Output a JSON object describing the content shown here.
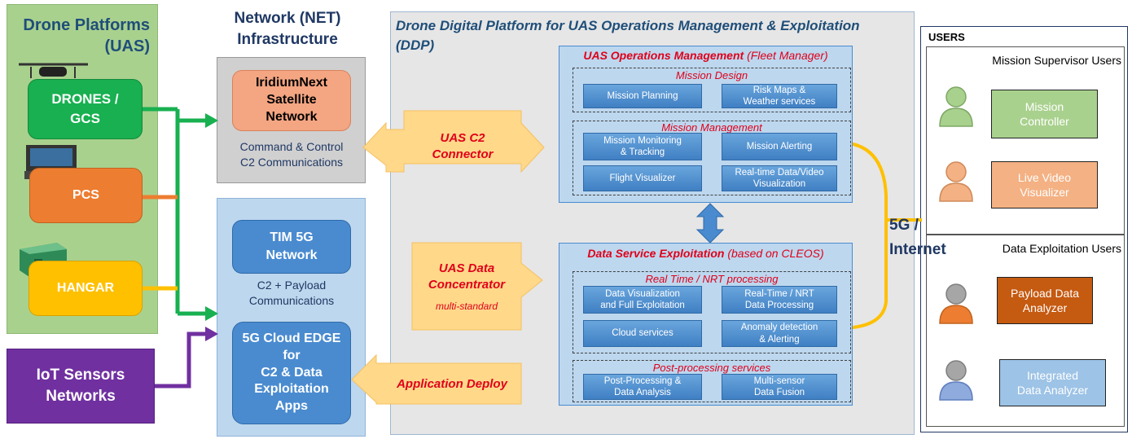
{
  "drone_platforms": {
    "title": "Drone Platforms\n(UAS)",
    "drones": "DRONES /\nGCS",
    "pcs": "PCS",
    "hangar": "HANGAR"
  },
  "iot": "IoT Sensors\nNetworks",
  "network": {
    "title": "Network (NET)\nInfrastructure",
    "iridium": "IridiumNext\nSatellite\nNetwork",
    "iridium_caption": "Command & Control\nC2 Communications",
    "tim": "TIM 5G\nNetwork",
    "tim_caption": "C2 + Payload\nCommunications",
    "edge": "5G Cloud EDGE\nfor\nC2 & Data\nExploitation\nApps"
  },
  "ddp": {
    "title": "Drone Digital  Platform for UAS Operations Management & Exploitation\n(DDP)",
    "c2_connector": "UAS C2\nConnector",
    "data_concentrator": "UAS Data\nConcentrator",
    "data_concentrator_sub": "multi-standard",
    "app_deploy": "Application Deploy",
    "ops": {
      "title": "UAS Operations  Management",
      "title_suffix": "(Fleet Manager)",
      "design": "Mission Design",
      "mission_planning": "Mission Planning",
      "risk_maps": "Risk Maps &\nWeather services",
      "management": "Mission Management",
      "monitoring": "Mission Monitoring\n& Tracking",
      "alerting": "Mission Alerting",
      "flight_vis": "Flight Visualizer",
      "realtime_vis": "Real-time Data/Video\nVisualization"
    },
    "data": {
      "title": "Data Service Exploitation",
      "title_suffix": "(based on CLEOS)",
      "rt": "Real Time / NRT processing",
      "data_vis": "Data Visualization\nand Full Exploitation",
      "rt_proc": "Real-Time / NRT\nData Processing",
      "cloud": "Cloud services",
      "anomaly": "Anomaly detection\n& Alerting",
      "post": "Post-processing services",
      "post_proc": "Post-Processing &\nData Analysis",
      "fusion": "Multi-sensor\nData Fusion"
    }
  },
  "internet": "5G /\nInternet",
  "users": {
    "title": "USERS",
    "supervisor": "Mission Supervisor Users",
    "mission_controller": "Mission\nController",
    "live_video": "Live Video\nVisualizer",
    "exploitation": "Data Exploitation Users",
    "payload": "Payload Data\nAnalyzer",
    "integrated": "Integrated\nData Analyzer"
  },
  "colors": {
    "green": "#18b050",
    "orange": "#ed7d31",
    "yellow": "#ffc000",
    "purple": "#7030a0",
    "blue": "#4a8bd0",
    "ddp_bg": "#e6e6e6",
    "light_green_bg": "#a9d18e"
  }
}
